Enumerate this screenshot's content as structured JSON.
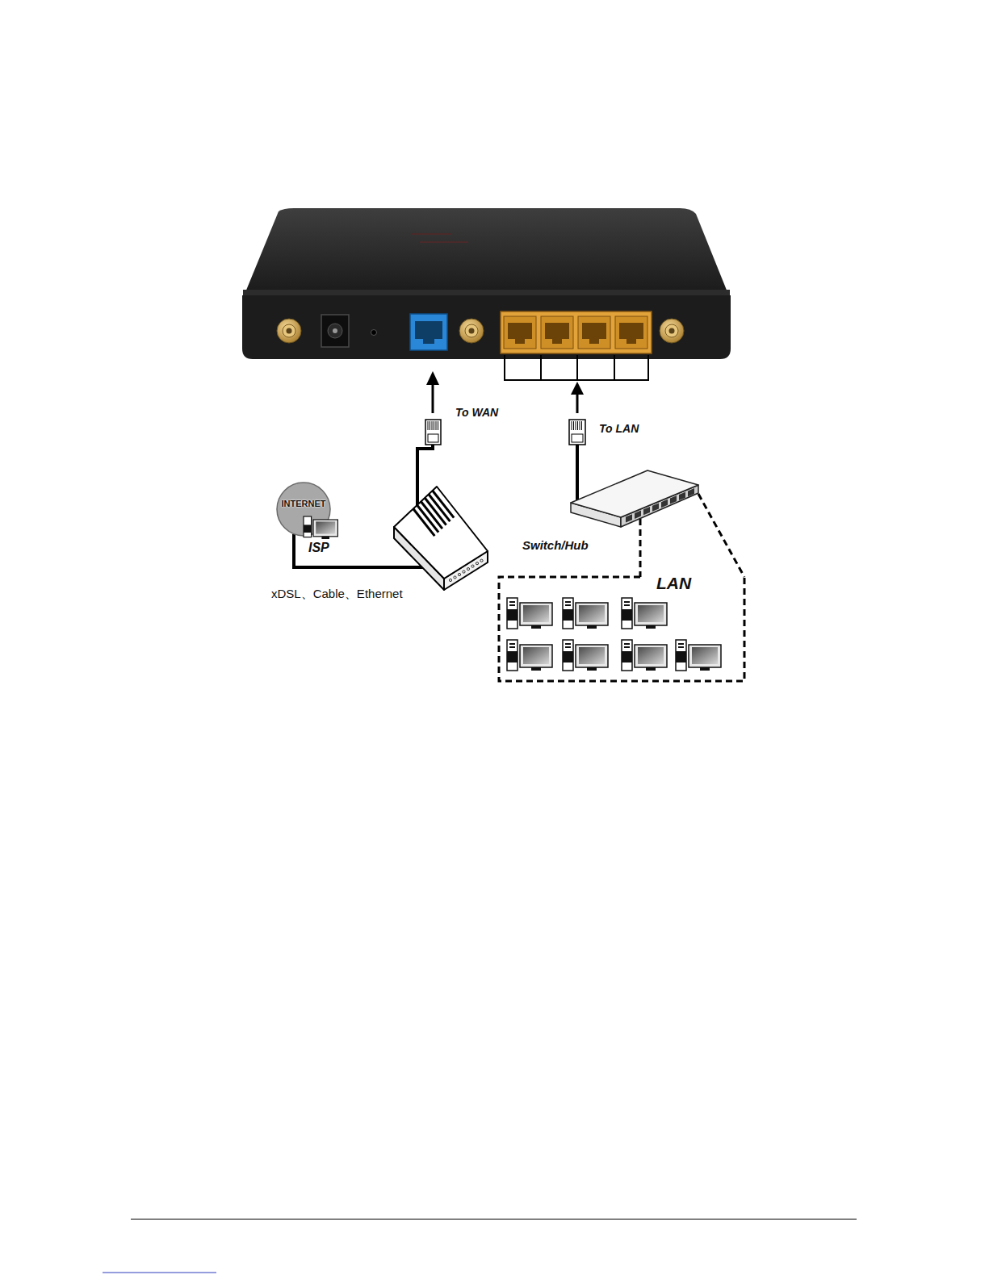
{
  "diagram": {
    "nodes": [
      {
        "text": [
          "INTERNET",
          "ISP"
        ]
      },
      {
        "text": [
          "xDSL、Cable、Ethernet"
        ]
      },
      {
        "text": [
          "Switch/Hub"
        ]
      },
      {
        "text": [
          "LAN"
        ]
      }
    ],
    "edges": [
      {
        "from": 0,
        "to": 1,
        "arrow": "none"
      },
      {
        "from": 2,
        "to": 3,
        "arrow": "none"
      }
    ],
    "labels": [
      "To WAN",
      "To LAN"
    ]
  }
}
